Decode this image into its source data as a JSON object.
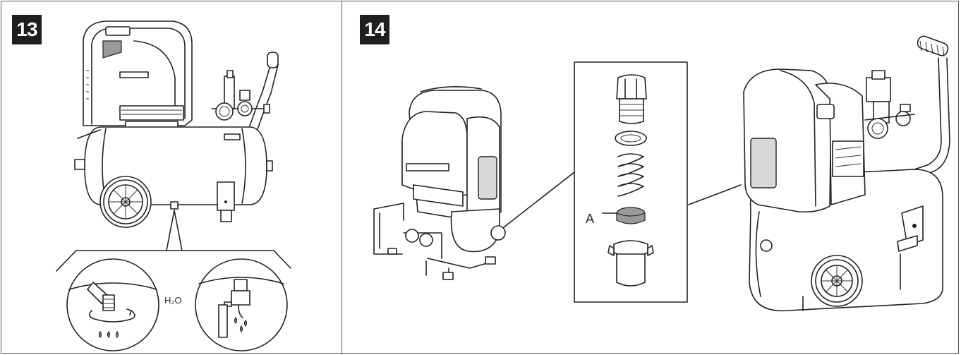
{
  "steps": [
    {
      "number": "13",
      "labels": {
        "water": "H₂O"
      }
    },
    {
      "number": "14",
      "labels": {
        "part_a": "A"
      }
    }
  ],
  "colors": {
    "line": "#222222",
    "badge": "#1f1f1f",
    "badge_text": "#ffffff",
    "frame": "#555555"
  },
  "icons": [
    "water-drop-icon",
    "rotate-arrow-icon"
  ]
}
